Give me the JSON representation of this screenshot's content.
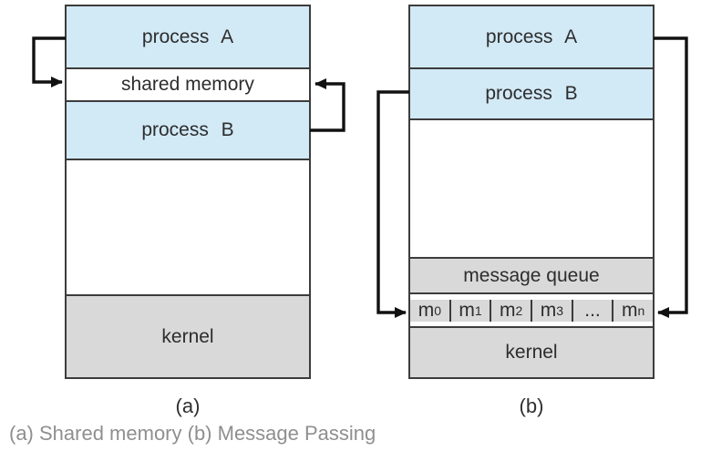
{
  "figure": {
    "caption": "(a) Shared memory (b) Message Passing",
    "label_a": "(a)",
    "label_b": "(b)"
  },
  "diagram_a": {
    "process_a": "process A",
    "shared_memory": "shared memory",
    "process_b": "process B",
    "kernel": "kernel"
  },
  "diagram_b": {
    "process_a": "process A",
    "process_b": "process B",
    "message_queue": "message queue",
    "kernel": "kernel",
    "cells": [
      {
        "base": "m",
        "sub": "0"
      },
      {
        "base": "m",
        "sub": "1"
      },
      {
        "base": "m",
        "sub": "2"
      },
      {
        "base": "m",
        "sub": "3"
      },
      {
        "base": "...",
        "sub": ""
      },
      {
        "base": "m",
        "sub": "n"
      }
    ]
  },
  "colors": {
    "process_fill": "#d2e9f6",
    "kernel_fill": "#d9d9d9",
    "border": "#3c3c3c",
    "arrow": "#111111",
    "label_text": "#2d2d2d",
    "caption_text": "#8f8f8f"
  }
}
